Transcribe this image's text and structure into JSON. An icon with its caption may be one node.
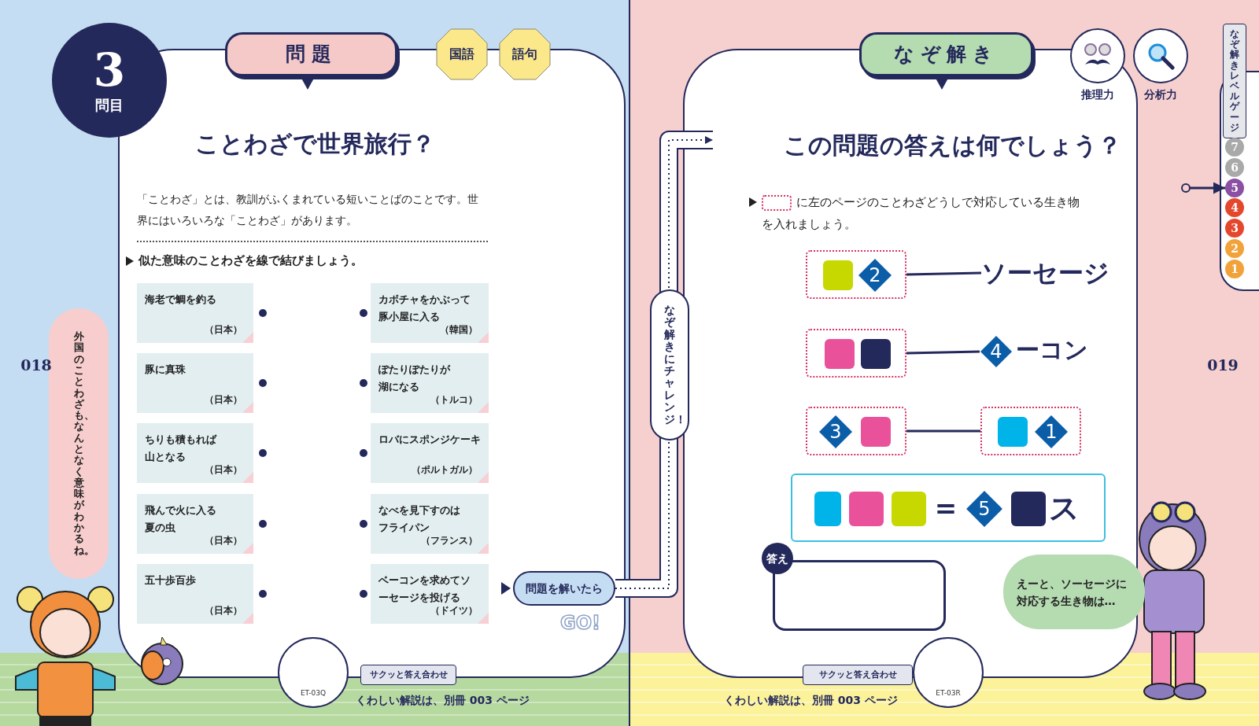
{
  "diagram": {
    "nodes": [
      {
        "text": [
          "3",
          "問目"
        ]
      },
      {
        "text": [
          "問題"
        ]
      },
      {
        "text": [
          "国語"
        ]
      },
      {
        "text": [
          "語句"
        ]
      },
      {
        "text": [
          "海老で鯛を釣る",
          "（日本）"
        ]
      },
      {
        "text": [
          "カボチャをかぶって豚小屋に入る",
          "（韓国）"
        ]
      },
      {
        "text": [
          "豚に真珠",
          "（日本）"
        ]
      },
      {
        "text": [
          "ぽたりぽたりが湖になる",
          "（トルコ）"
        ]
      },
      {
        "text": [
          "ちりも積もれば山となる",
          "（日本）"
        ]
      },
      {
        "text": [
          "ロバにスポンジケーキ",
          "（ポルトガル）"
        ]
      },
      {
        "text": [
          "飛んで火に入る夏の虫",
          "（日本）"
        ]
      },
      {
        "text": [
          "なべを見下すのはフライパン",
          "（フランス）"
        ]
      },
      {
        "text": [
          "五十歩百歩",
          "（日本）"
        ]
      },
      {
        "text": [
          "ベーコンを求めてソーセージを投げる",
          "（ドイツ）"
        ]
      },
      {
        "text": [
          "外国のことわざも、なんとなく意味がわかるね。"
        ]
      },
      {
        "text": [
          "問題を解いたら"
        ],
        "beside": [
          "GO!"
        ]
      },
      {
        "text": [
          "ET-03Q"
        ]
      },
      {
        "text": [
          "サクッと答え合わせ"
        ]
      },
      {
        "text": [
          "なぞ解き"
        ]
      },
      {
        "text": [
          "推理力"
        ]
      },
      {
        "text": [
          "分析力"
        ]
      },
      {
        "text": [
          "なぞ解きレベルゲージ"
        ]
      },
      {
        "text": [
          "7"
        ]
      },
      {
        "text": [
          "6"
        ]
      },
      {
        "text": [
          "5"
        ]
      },
      {
        "text": [
          "4"
        ]
      },
      {
        "text": [
          "3"
        ]
      },
      {
        "text": [
          "2"
        ]
      },
      {
        "text": [
          "1"
        ]
      },
      {
        "text": [],
        "shape": "box"
      },
      {
        "text": [],
        "shape": "box",
        "in": 29
      },
      {
        "text": [
          "2"
        ],
        "in": 29
      },
      {
        "text": [
          "ソーセージ"
        ]
      },
      {
        "text": [],
        "shape": "box"
      },
      {
        "text": [],
        "shape": "box",
        "in": 33
      },
      {
        "text": [],
        "shape": "box",
        "in": 33
      },
      {
        "text": [
          "4"
        ]
      },
      {
        "text": [],
        "shape": "box"
      },
      {
        "text": [
          "3"
        ],
        "in": 37
      },
      {
        "text": [],
        "shape": "box",
        "in": 37
      },
      {
        "text": [],
        "shape": "box"
      },
      {
        "text": [],
        "shape": "box",
        "in": 40
      },
      {
        "text": [
          "1"
        ],
        "in": 40
      },
      {
        "text": [],
        "shape": "box"
      },
      {
        "text": [],
        "shape": "box",
        "in": 43
      },
      {
        "text": [],
        "shape": "box",
        "in": 43
      },
      {
        "text": [],
        "shape": "box",
        "in": 43
      },
      {
        "text": [
          "5"
        ],
        "in": 43
      },
      {
        "text": [],
        "shape": "box",
        "in": 43
      },
      {
        "text": [
          "答え"
        ]
      },
      {
        "text": [
          "えーと、ソーセージに対応する生き物は…"
        ]
      },
      {
        "text": [
          "ET-03R"
        ]
      },
      {
        "text": [
          "サクッと答え合わせ"
        ]
      }
    ],
    "edges": [
      {
        "from": 15,
        "to": null,
        "arrow": "to",
        "label": "なぞ解きにチャレンジ！",
        "style": "dashed"
      },
      {
        "from": null,
        "to": 24,
        "arrow": "to"
      },
      {
        "from": 29,
        "to": 32,
        "arrow": "none"
      },
      {
        "from": 33,
        "to": 36,
        "arrow": "none"
      },
      {
        "from": 37,
        "to": 40,
        "arrow": "none"
      }
    ],
    "labels": [
      "ことわざで世界旅行？",
      "「ことわざ」とは、教訓がふくまれている短いことばのことです。世界にはいろいろな「ことわざ」があります。",
      "似た意味のことわざを線で結びましょう。",
      "018",
      "くわしい解説は、別冊 003 ページ",
      "この問題の答えは何でしょう？",
      "に左のページのことわざどうしで対応している生き物を入れましょう。",
      "ーコン",
      "=",
      "ス",
      "019",
      "くわしい解説は、別冊 003 ページ"
    ]
  }
}
